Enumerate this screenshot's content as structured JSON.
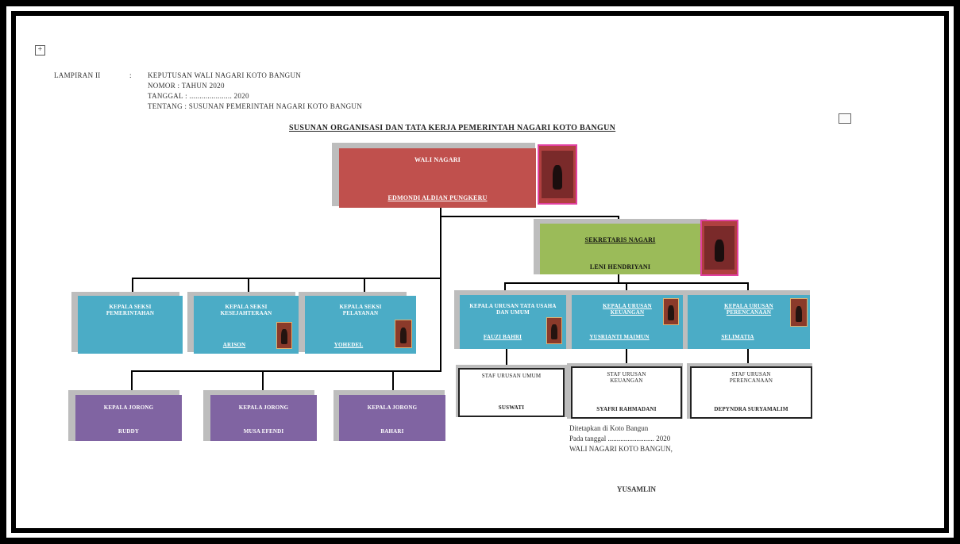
{
  "header": {
    "lampiran": "LAMPIRAN II",
    "keputusan": "KEPUTUSAN WALI NAGARI KOTO BANGUN",
    "nomor": "NOMOR          :      TAHUN 2020",
    "tanggal": "TANGGAL        :  ..................... 2020",
    "tentang": "TENTANG        :  SUSUNAN PEMERINTAH NAGARI KOTO BANGUN"
  },
  "title": "SUSUNAN ORGANISASI DAN TATA KERJA PEMERINTAH NAGARI KOTO BANGUN",
  "boxes": {
    "wali": {
      "title": "WALI NAGARI",
      "name": "EDMONDI ALDIAN PUNGKERU"
    },
    "sekretaris": {
      "title": "SEKRETARIS NAGARI",
      "name": "LENI HENDRIYANI"
    },
    "kasi_pemerintahan": {
      "title": "KEPALA SEKSI PEMERINTAHAN",
      "name": ""
    },
    "kasi_kesejahteraan": {
      "title": "KEPALA SEKSI KESEJAHTERAAN",
      "name": "ARISON"
    },
    "kasi_pelayanan": {
      "title": "KEPALA SEKSI PELAYANAN",
      "name": "YOHEDEL"
    },
    "kaur_tu": {
      "title": "KEPALA URUSAN TATA USAHA DAN UMUM",
      "name": "FAUZI BAHRI"
    },
    "kaur_keuangan": {
      "title": "KEPALA URUSAN KEUANGAN",
      "name": "YUSRIANTI MAIMUN"
    },
    "kaur_perencanaan": {
      "title": "KEPALA URUSAN PERENCANAAN",
      "name": "SELIMATIA"
    },
    "staf_umum": {
      "title": "STAF URUSAN UMUM",
      "name": "SUSWATI"
    },
    "staf_keuangan": {
      "title": "STAF URUSAN KEUANGAN",
      "name": "SYAFRI RAHMADANI"
    },
    "staf_perencanaan": {
      "title": "STAF URUSAN PERENCANAAN",
      "name": "DEPYNDRA SURYAMALIM"
    },
    "kajorong1": {
      "title": "KEPALA JORONG",
      "name": "RUDDY"
    },
    "kajorong2": {
      "title": "KEPALA JORONG",
      "name": "MUSA EFENDI"
    },
    "kajorong3": {
      "title": "KEPALA JORONG",
      "name": "BAHARI"
    }
  },
  "signature": {
    "place": "Ditetapkan di Koto Bangun",
    "date": "Pada tanggal .......................... 2020",
    "role": "WALI NAGARI KOTO BANGUN,",
    "name": "YUSAMLIN"
  },
  "icons": {
    "move_handle": "move-icon",
    "comment": "comment-icon"
  },
  "colors": {
    "wali": "#c0504d",
    "sekretaris": "#9bbb59",
    "kasi": "#4bacc6",
    "jorong": "#8064a2"
  }
}
